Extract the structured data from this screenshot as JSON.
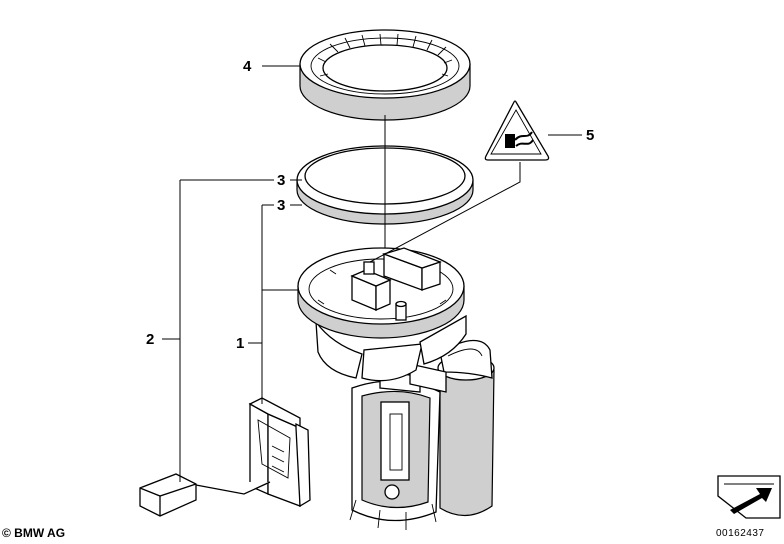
{
  "callouts": {
    "c1": "1",
    "c2": "2",
    "c3a": "3",
    "c3b": "3",
    "c4": "4",
    "c5": "5"
  },
  "footer": {
    "copyright": "© BMW AG",
    "diagram_id": "00162437"
  },
  "icons": {
    "warning": "fuel-warning-icon",
    "corner": "arrow-corner-icon"
  }
}
